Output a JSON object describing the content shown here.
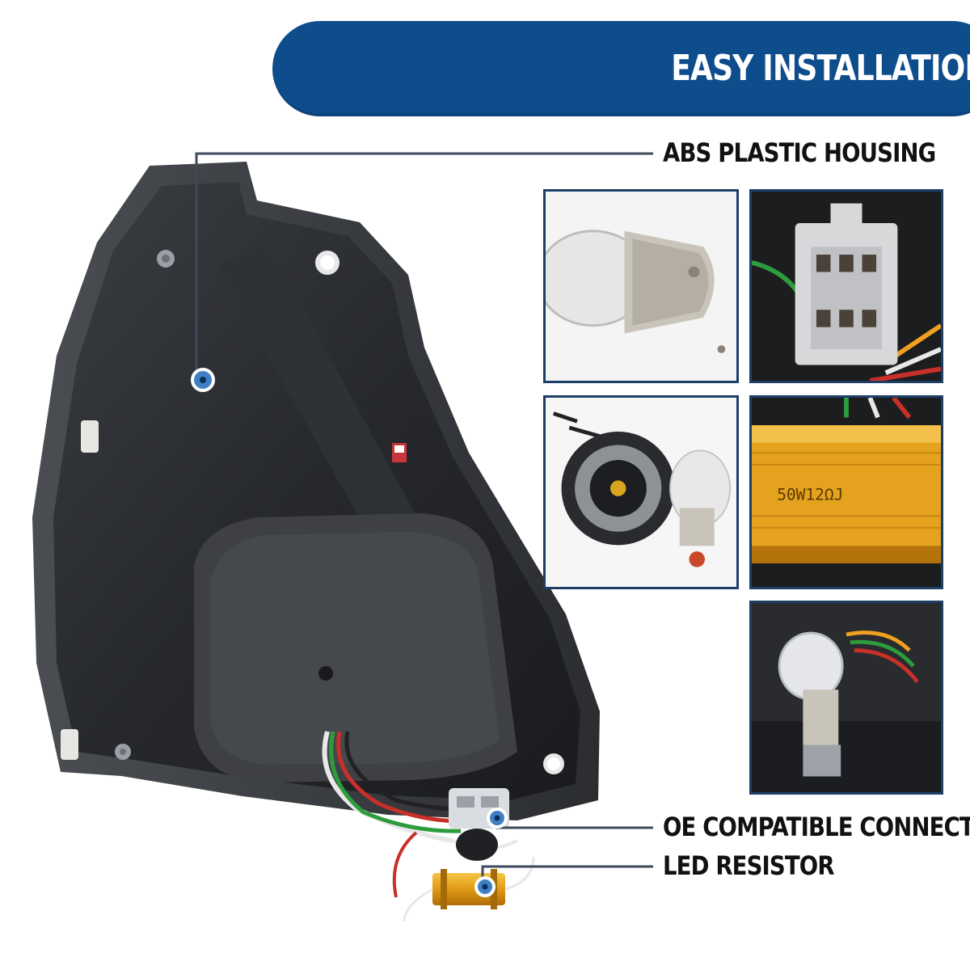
{
  "banner": {
    "title": "EASY INSTALLATION"
  },
  "callouts": {
    "housing": "ABS PLASTIC HOUSING",
    "connector": "OE COMPATIBLE CONNECTOR",
    "resistor": "LED RESISTOR"
  },
  "thumbnails": {
    "resistor_marking": "50W12ΩJ"
  },
  "colors": {
    "brand_blue": "#0e4d8c",
    "frame_navy": "#1d3f66",
    "callout_dot": "#3f7fc4"
  }
}
